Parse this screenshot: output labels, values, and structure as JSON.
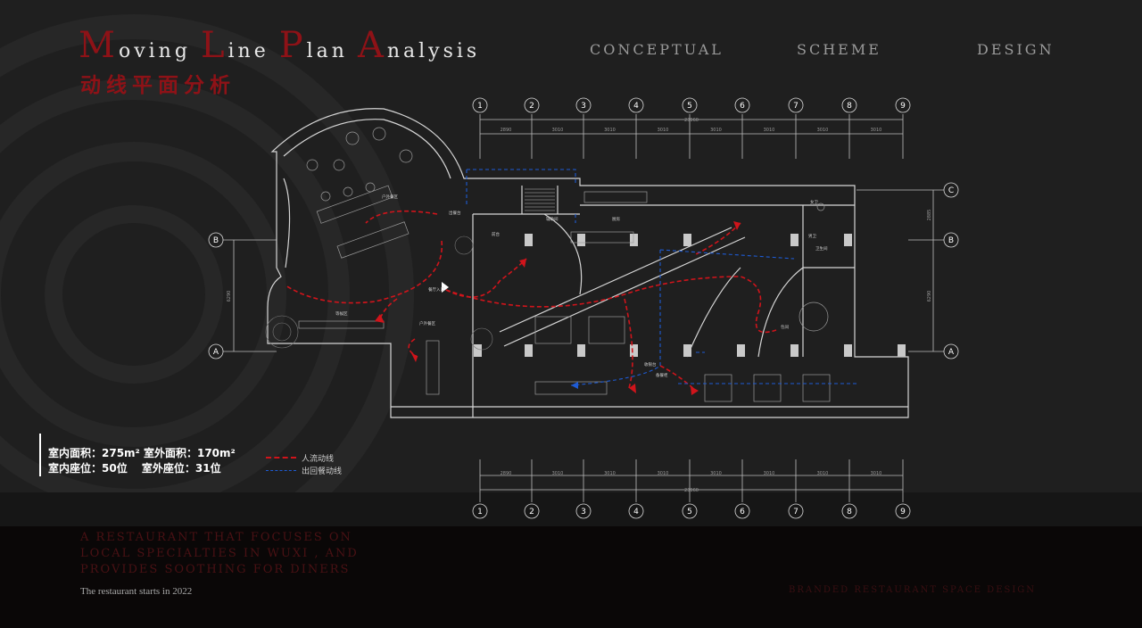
{
  "title": {
    "en_words": [
      {
        "cap": "M",
        "rest": "oving "
      },
      {
        "cap": "L",
        "rest": "ine "
      },
      {
        "cap": "P",
        "rest": "lan "
      },
      {
        "cap": "A",
        "rest": "nalysis"
      }
    ],
    "cn": "动线平面分析"
  },
  "nav": [
    "CONCEPTUAL",
    "SCHEME",
    "DESIGN"
  ],
  "stats": {
    "line1": "室内面积：275m² 室外面积：170m²",
    "line2": "室内座位：50位　 室外座位：31位"
  },
  "legend": [
    {
      "label": "人流动线",
      "color": "#d0141b",
      "style": "dashed"
    },
    {
      "label": "出回餐动线",
      "color": "#1e5bd4",
      "style": "dashed"
    }
  ],
  "plan": {
    "column_axes": [
      "1",
      "2",
      "3",
      "4",
      "5",
      "6",
      "7",
      "8",
      "9"
    ],
    "row_axes_left": [
      "B",
      "A"
    ],
    "row_axes_right": [
      "C",
      "B",
      "A"
    ],
    "column_spacings": [
      "2890",
      "3010",
      "3010",
      "3010",
      "3010",
      "3010",
      "3010",
      "3010"
    ],
    "total_width": "23960",
    "side_dims": [
      "2885",
      "6290"
    ],
    "room_labels": [
      "户外餐区",
      "户外餐区",
      "等候区",
      "前台",
      "辅助间",
      "厨房",
      "包间",
      "男卫",
      "女卫",
      "卫生间",
      "餐厅入口",
      "出餐台",
      "备餐柜",
      "收银台"
    ]
  },
  "footer": {
    "tagline": "A restaurant that focuses on local specialties in Wuxi , and provides soothing for diners",
    "subline": "The restaurant starts in 2022",
    "brand": "BRANDED RESTAURANT SPACE DESIGN"
  },
  "colors": {
    "accent": "#8e1217",
    "flow_people": "#d0141b",
    "flow_service": "#1e5bd4"
  }
}
